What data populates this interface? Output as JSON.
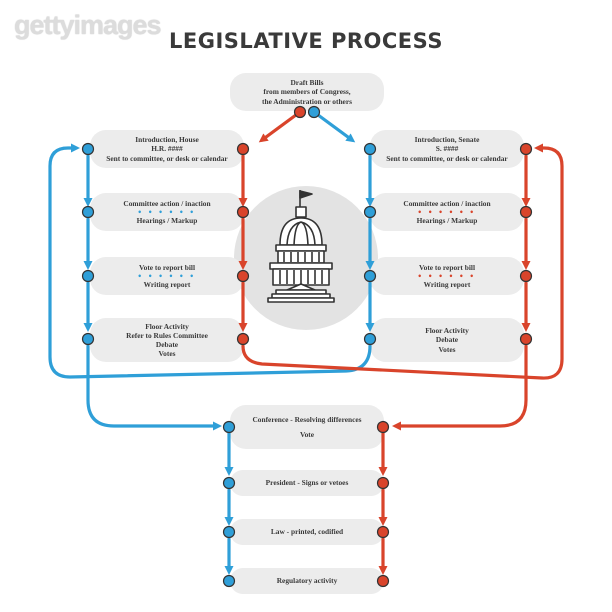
{
  "watermark": "gettyimages",
  "title": "LEGISLATIVE PROCESS",
  "colors": {
    "house": "#2f9fd8",
    "senate": "#d9442b",
    "box": "#ececec",
    "text": "#3a3a3a"
  },
  "draft": {
    "lines": [
      "Draft Bills",
      "from members of Congress,",
      "the Administration or others"
    ]
  },
  "house": [
    {
      "lines": [
        "Introduction, House",
        "H.R. ####",
        "Sent to committee, or desk or calendar"
      ]
    },
    {
      "lines": [
        "Committee action / inaction",
        "Hearings / Markup"
      ],
      "dots": "• • • • • •"
    },
    {
      "lines": [
        "Vote to report bill",
        "Writing report"
      ],
      "dots": "• • • • • •"
    },
    {
      "lines": [
        "Floor Activity",
        "Refer to Rules Committee",
        "Debate",
        "Votes"
      ]
    }
  ],
  "senate": [
    {
      "lines": [
        "Introduction, Senate",
        "S. ####",
        "Sent to committee, or desk or calendar"
      ]
    },
    {
      "lines": [
        "Committee action / inaction",
        "Hearings / Markup"
      ],
      "dots": "• • • • • •"
    },
    {
      "lines": [
        "Vote to report bill",
        "Writing report"
      ],
      "dots": "• • • • • •"
    },
    {
      "lines": [
        "Floor Activity",
        "Debate",
        "Votes"
      ]
    }
  ],
  "final": [
    {
      "lines": [
        "Conference - Resolving differences",
        "Vote"
      ]
    },
    {
      "lines": [
        "President - Signs or vetoes"
      ]
    },
    {
      "lines": [
        "Law - printed, codified"
      ]
    },
    {
      "lines": [
        "Regulatory activity"
      ]
    }
  ],
  "icon": "capitol-building-icon"
}
